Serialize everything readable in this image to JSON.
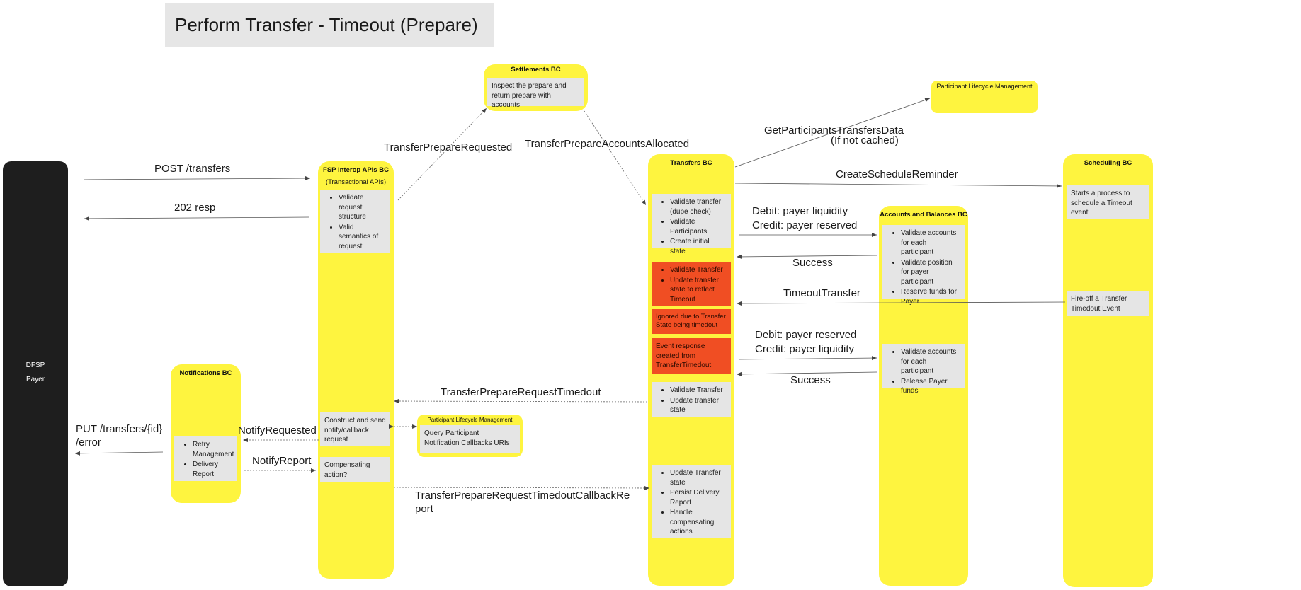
{
  "title": "Perform Transfer - Timeout (Prepare)",
  "dfsp": {
    "line1": "DFSP",
    "line2": "Payer"
  },
  "lanes": {
    "fsp": {
      "title": "FSP Interop APIs BC",
      "subtitle": "(Transactional APIs)"
    },
    "notifications": {
      "title": "Notifications BC"
    },
    "settlements": {
      "title": "Settlements BC"
    },
    "transfers": {
      "title": "Transfers BC"
    },
    "accounts": {
      "title": "Accounts and Balances BC"
    },
    "scheduling": {
      "title": "Scheduling BC"
    },
    "plm_top": {
      "title": "Participant Lifecycle Management"
    },
    "plm_mid": {
      "title": "Participant Lifecycle Management"
    }
  },
  "boxes": {
    "fsp_validate": [
      "Validate request structure",
      "Valid semantics of request"
    ],
    "fsp_construct": "Construct and send notify/callback request",
    "fsp_compensating": "Compensating action?",
    "notif_items": [
      "Retry Management",
      "Delivery Report"
    ],
    "settle_inspect": "Inspect the prepare and return prepare with accounts",
    "plm_query": "Query Participant Notification Callbacks URIs",
    "tr_validate": [
      "Validate transfer (dupe check)",
      "Validate Participants",
      "Create initial state"
    ],
    "tr_red1": [
      "Validate Transfer",
      "Update transfer state to reflect Timeout"
    ],
    "tr_red2": "Ignored due to Transfer State being timedout",
    "tr_red3": "Event response created from TransferTimedout",
    "tr_update": [
      "Validate Transfer",
      "Update transfer state"
    ],
    "tr_final": [
      "Update Transfer state",
      "Persist Delivery Report",
      "Handle compensating actions"
    ],
    "acc_reserve": [
      "Validate accounts for each participant",
      "Validate position for payer participant",
      "Reserve funds for Payer"
    ],
    "acc_release": [
      "Validate accounts for each participant",
      "Release Payer funds"
    ],
    "sched_start": "Starts a process to schedule a Timeout event",
    "sched_fire": "Fire-off a Transfer Timedout Event"
  },
  "labels": {
    "post": "POST /transfers",
    "resp": "202 resp",
    "prep_req": "TransferPrepareRequested",
    "prep_alloc": "TransferPrepareAccountsAllocated",
    "get_part_1": "GetParticipantsTransfersData",
    "get_part_2": "(If not cached)",
    "create_sched": "CreateScheduleReminder",
    "debit1": "Debit: payer liquidity",
    "credit1": "Credit: payer reserved",
    "success1": "Success",
    "timeout": "TimeoutTransfer",
    "debit2": "Debit: payer reserved",
    "credit2": "Credit: payer liquidity",
    "success2": "Success",
    "req_timedout": "TransferPrepareRequestTimedout",
    "put_1": "PUT /transfers/{id}",
    "put_2": "/error",
    "notify_req": "NotifyRequested",
    "notify_rep": "NotifyReport",
    "callback_1": "TransferPrepareRequestTimedoutCallbackRe",
    "callback_2": "port"
  }
}
